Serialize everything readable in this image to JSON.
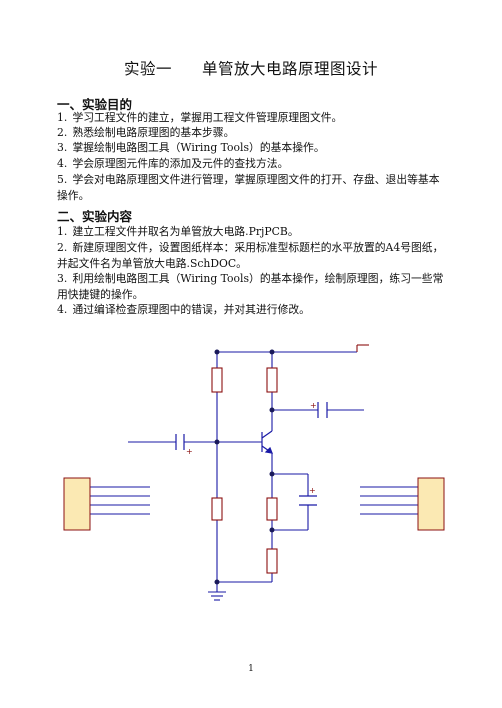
{
  "title": {
    "part1": "实验一",
    "part2": "单管放大电路原理图设计"
  },
  "section1": {
    "heading": "一、实验目的",
    "items": [
      {
        "num": "1.",
        "text": "学习工程文件的建立，掌握用工程文件管理原理图文件。"
      },
      {
        "num": "2.",
        "text": "熟悉绘制电路原理图的基本步骤。"
      },
      {
        "num": "3.",
        "text": "掌握绘制电路图工具（Wiring Tools）的基本操作。"
      },
      {
        "num": "4.",
        "text": "学会原理图元件库的添加及元件的查找方法。"
      },
      {
        "num": "5.",
        "text": "学会对电路原理图文件进行管理，掌握原理图文件的打开、存盘、退出等基本",
        "cont": "操作。"
      }
    ]
  },
  "section2": {
    "heading": "二、实验内容",
    "items": [
      {
        "num": "1.",
        "text": "建立工程文件并取名为单管放大电路.PrjPCB。"
      },
      {
        "num": "2.",
        "text": "新建原理图文件，设置图纸样本：采用标准型标题栏的水平放置的A4号图纸，",
        "cont": "并起文件名为单管放大电路.SchDOC。"
      },
      {
        "num": "3.",
        "text": "利用绘制电路图工具（Wiring  Tools）的基本操作，绘制原理图，练习一些常",
        "cont": "用快捷键的操作。"
      },
      {
        "num": "4.",
        "text": "通过编译检查原理图中的错误，并对其进行修改。"
      }
    ]
  },
  "schematic": {
    "wire_color": "#1a1aa6",
    "component_color": "#8b1010",
    "junction_color": "#1a1a5a",
    "connector_fill": "#fbe9b3",
    "polarity_marks": [
      "+",
      "+",
      "+"
    ]
  },
  "page_number": "1"
}
